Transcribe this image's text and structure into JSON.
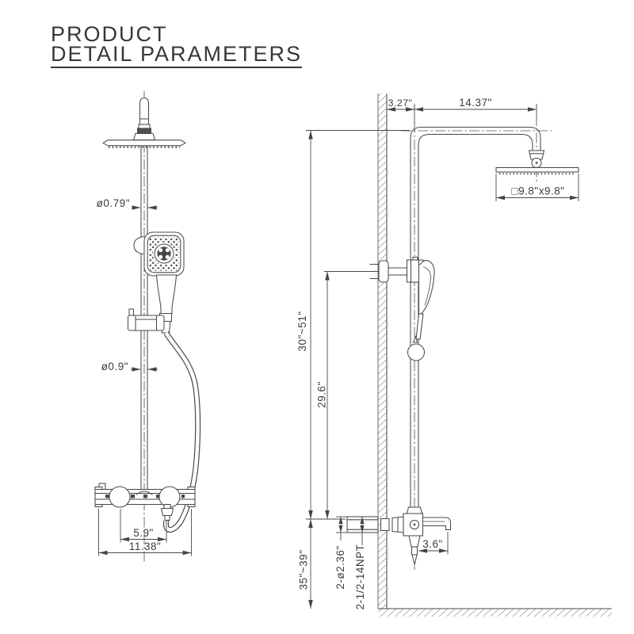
{
  "header": {
    "title_line1": "PRODUCT",
    "title_line2": "DETAIL PARAMETERS"
  },
  "colors": {
    "line": "#4a4a4a",
    "dimension_text": "#3c3c3c",
    "title_text": "#3b3538",
    "background": "#ffffff"
  },
  "views": {
    "front": {
      "dimensions": {
        "pipe_diameter": "ø0.79\"",
        "hose_diameter": "ø0.9\"",
        "handle_spacing": "5.9\"",
        "valve_width": "11.38\""
      }
    },
    "side": {
      "dimensions": {
        "wall_to_pipe": "3.27\"",
        "arm_reach": "14.37\"",
        "head_size": "□9.8\"x9.8\"",
        "adjustable_height": "30\"~51\"",
        "slide_bar_length": "29.6\"",
        "spout_reach": "3.6\"",
        "escutcheon": "2-ø2.36\"",
        "inlet_thread": "2-1/2-14NPT",
        "valve_height": "35\"~39\""
      }
    }
  }
}
